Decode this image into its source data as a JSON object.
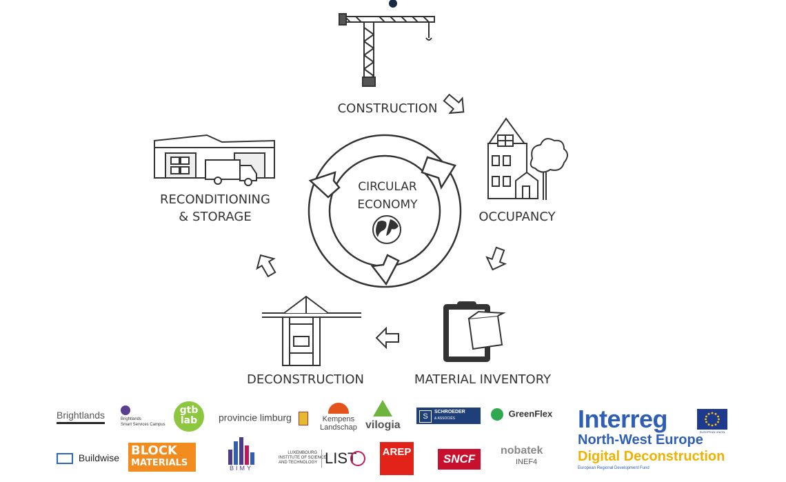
{
  "cycle": {
    "center_line1": "CIRCULAR",
    "center_line2": "ECONOMY",
    "stages": {
      "construction": "CONSTRUCTION",
      "occupancy": "OCCUPANCY",
      "material_inventory": "MATERIAL INVENTORY",
      "deconstruction": "DECONSTRUCTION",
      "reconditioning_line1": "RECONDITIONING",
      "reconditioning_line2": "& STORAGE"
    }
  },
  "partners_row1": {
    "brightlands": "Brightlands",
    "brightlands_campus_line1": "Brightlands",
    "brightlands_campus_line2": "Smart Services Campus",
    "gtb_line1": "gtb",
    "gtb_line2": "lab",
    "provincie": "provincie limburg",
    "kempens_line1": "Kempens",
    "kempens_line2": "Landschap",
    "vilogia": "vilogia",
    "schroeder": "SCHROEDER",
    "schroeder_sub": "& ASSOCIÉS",
    "greenflex": "GreenFlex"
  },
  "partners_row2": {
    "buildwise": "Buildwise",
    "block_line1": "BLOCK",
    "block_line2": "MATERIALS",
    "bimy": "BIMY",
    "list_line1": "LUXEMBOURG",
    "list_line2": "INSTITUTE OF SCIENCE",
    "list_line3": "AND TECHNOLOGY",
    "list_mark": "LIST",
    "arep": "AREP",
    "sncf": "SNCF",
    "nobatek_line1": "nobatek",
    "nobatek_line2": "INEF4"
  },
  "interreg": {
    "title": "Interreg",
    "region": "North-West Europe",
    "project": "Digital Deconstruction",
    "fund": "European Regional Development Fund",
    "eu_caption": "EUROPEAN UNION"
  },
  "colors": {
    "ink": "#333333",
    "interreg_blue": "#2f5fb5",
    "interreg_yellow": "#f0b200",
    "eu_blue": "#1e3a8f",
    "eu_star": "#ffcc00",
    "gtb_green": "#8dc63f",
    "block_orange": "#f28c1e",
    "arep_red": "#e2231a",
    "sncf_red": "#c8102e",
    "schroeder_blue": "#1f3f7a",
    "greenflex_green": "#2fa84f",
    "kempens_orange": "#e4531b",
    "vilogia_green": "#6fb43f",
    "bimy_purple": "#4b3a8f"
  },
  "icons": [
    "crane-icon",
    "house-icon",
    "tree-icon",
    "clipboard-icon",
    "port-crane-icon",
    "warehouse-icon",
    "truck-icon",
    "globe-icon",
    "arrow-icon"
  ]
}
